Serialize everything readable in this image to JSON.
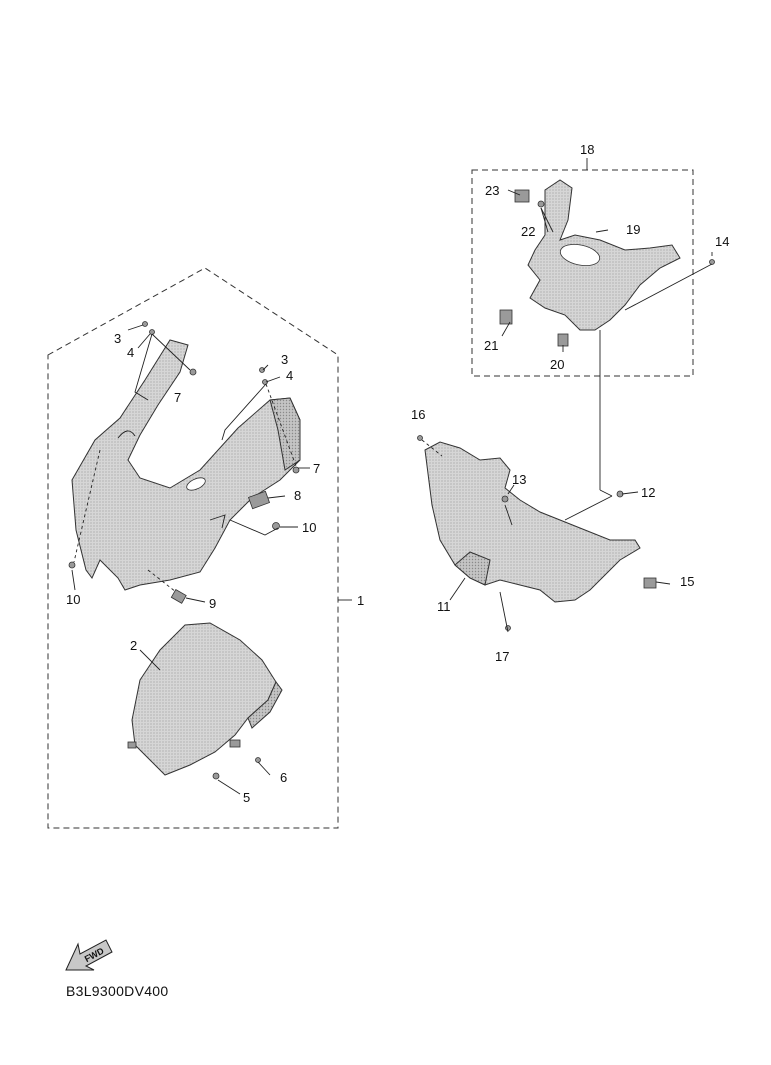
{
  "diagram_code": "B3L9300DV400",
  "fwd_label": "FWD",
  "callouts": {
    "c1": "1",
    "c2": "2",
    "c3a": "3",
    "c3b": "3",
    "c4a": "4",
    "c4b": "4",
    "c5": "5",
    "c6": "6",
    "c7a": "7",
    "c7b": "7",
    "c8": "8",
    "c9": "9",
    "c10a": "10",
    "c10b": "10",
    "c11": "11",
    "c12": "12",
    "c13": "13",
    "c14": "14",
    "c15": "15",
    "c16": "16",
    "c17": "17",
    "c18": "18",
    "c19": "19",
    "c20": "20",
    "c21": "21",
    "c22": "22",
    "c23": "23"
  }
}
